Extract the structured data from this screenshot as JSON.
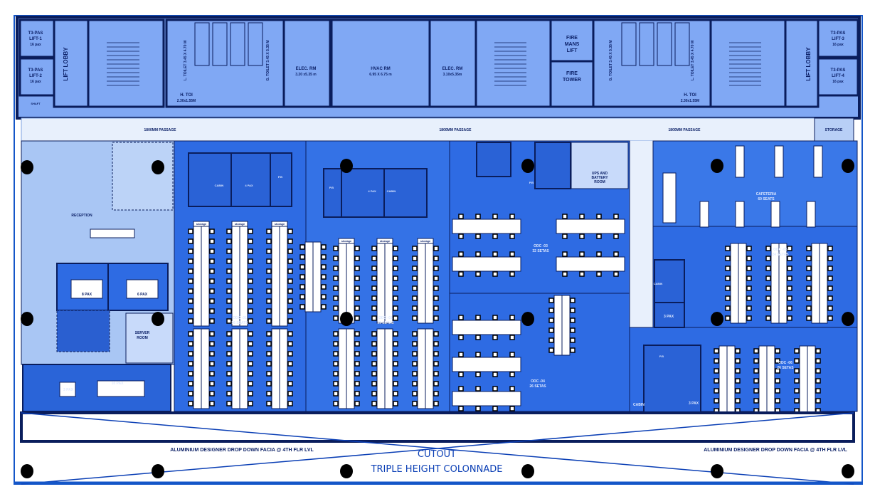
{
  "colors": {
    "core": "#80a8f4",
    "wall": "#0a1d5c",
    "passage": "#e8f0fc",
    "workspace": "#2e6be3",
    "reception": "#a9c6f4",
    "desk": "#ffffff",
    "column": "#000000",
    "outline": "#1456c8"
  },
  "core": {
    "lift_lobby_left": "LIFT LOBBY",
    "lift1": [
      "T3-PAS",
      "LIFT-1",
      "16 pax"
    ],
    "lift2": [
      "T3-PAS",
      "LIFT-2",
      "16 pax"
    ],
    "l_toilet_left": "L. TOILET 3.45 X 4.70 M",
    "g_toilet_left": "G. TOILET 3.45 X 5.35 M",
    "h_toi_left": [
      "H. TOI",
      "2.30x1.55M"
    ],
    "elec_left": [
      "ELEC. RM",
      "3.20 x5.35 m"
    ],
    "hvac": [
      "HVAC RM",
      "6.95 X 6.75 m"
    ],
    "elec_right": [
      "ELEC. RM",
      "3.10x5.35m"
    ],
    "fire_lift": [
      "FIRE",
      "MANS",
      "LIFT"
    ],
    "fire_tower": [
      "FIRE",
      "TOWER"
    ],
    "g_toilet_right": "G. TOILET 3.45 X 5.35 M",
    "l_toilet_right": "L. TOILET 3.45 X 4.70 M",
    "h_toi_right": [
      "H. TOI",
      "2.30x1.55M"
    ],
    "lift_lobby_right": "LIFT LOBBY",
    "lift3": [
      "T3-PAS",
      "LIFT-3",
      "16 pax"
    ],
    "lift4": [
      "T3-PAS",
      "LIFT-4",
      "16 pax"
    ],
    "shaft": "SHAFT"
  },
  "passage": {
    "label": "1800MM PASSAGE",
    "storage": "STORAGE"
  },
  "rooms": {
    "reception": "RECEPTION",
    "meeting_8": "8 PAX",
    "meeting_6": "6 PAX",
    "server": [
      "SERVER",
      "ROOM"
    ],
    "meeting_small": "3 PAX",
    "meeting_10": "10 PAX",
    "cabin": "CABIN",
    "pax4": "4 PAX",
    "pb": "P.B",
    "storage": "storage",
    "odc01": [
      "ODC -01",
      "56 SEATS"
    ],
    "odc02": [
      "ODC -02",
      "59 SETAS"
    ],
    "odc03": [
      "ODC -03",
      "32 SETAS"
    ],
    "odc04": [
      "ODC -04",
      "26 SETAS"
    ],
    "ups": [
      "UPS AND",
      "BATTERY",
      "ROOM"
    ],
    "cafeteria": [
      "CAFETERIA",
      "60 SEATS"
    ],
    "odc05": [
      "ODC -05",
      "24 SETAS"
    ],
    "odc06": [
      "ODC -06",
      "26 SETAS"
    ],
    "pax3": "3 PAX"
  },
  "facade": {
    "facia_left": "ALUMINIUM DESIGNER DROP DOWN FACIA @ 4TH FLR LVL",
    "facia_right": "ALUMINIUM DESIGNER DROP DOWN FACIA @ 4TH FLR LVL",
    "cutout": "CUTOUT",
    "colonnade": "TRIPLE HEIGHT COLONNADE"
  }
}
